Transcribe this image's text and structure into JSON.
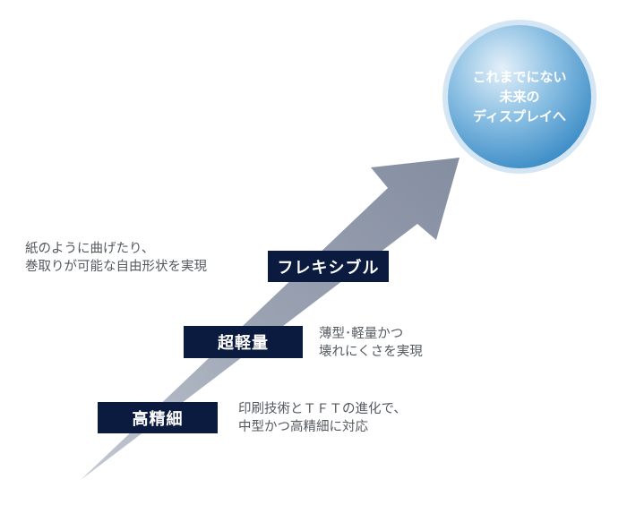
{
  "goal": {
    "lines": [
      "これまでにない",
      "未来の",
      "ディスプレイへ"
    ]
  },
  "steps": [
    {
      "label": "高精細",
      "desc": [
        "印刷技術とＴＦＴの進化で、",
        "中型かつ高精細に対応"
      ]
    },
    {
      "label": "超軽量",
      "desc": [
        "薄型･軽量かつ",
        "壊れにくさを実現"
      ]
    },
    {
      "label": "フレキシブル",
      "desc": [
        "紙のように曲げたり、",
        "巻取りが可能な自由形状を実現"
      ]
    }
  ],
  "colors": {
    "box": "#0b1a3f",
    "arrow": "#8a93a6",
    "circle_light": "#cfe4f4",
    "circle_dark": "#3d8fc9"
  }
}
